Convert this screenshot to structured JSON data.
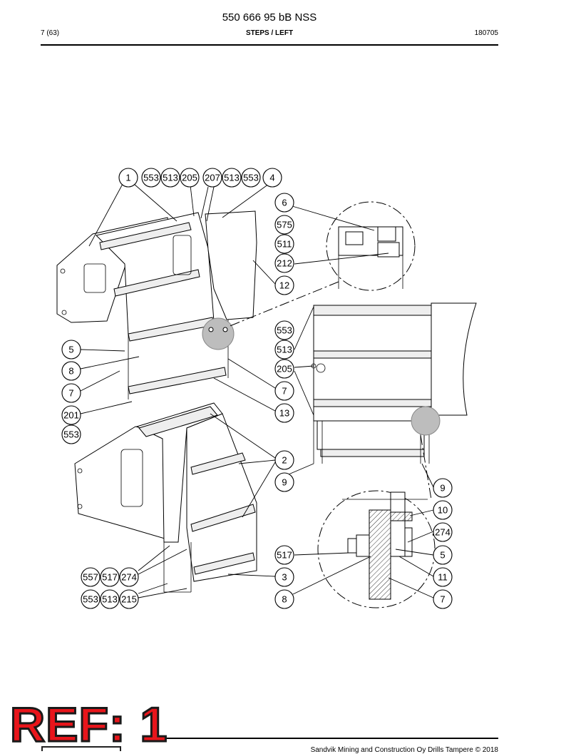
{
  "header": {
    "doc_number": "550 666 95 bB NSS",
    "page": "7 (63)",
    "section": "STEPS / LEFT",
    "date_code": "180705"
  },
  "footer": {
    "copyright": "Sandvik Mining and Construction Oy Drills Tampere © 2018"
  },
  "ref_stamp": "REF: 1",
  "callouts": {
    "c1": "1",
    "c553a": "553",
    "c513a": "513",
    "c205a": "205",
    "c207": "207",
    "c513b": "513",
    "c553b": "553",
    "c4": "4",
    "c6": "6",
    "c575": "575",
    "c511": "511",
    "c212": "212",
    "c12": "12",
    "c553c": "553",
    "c513c": "513",
    "c205b": "205",
    "c7a": "7",
    "c13": "13",
    "c5a": "5",
    "c8a": "8",
    "c7b": "7",
    "c201": "201",
    "c553d": "553",
    "c2": "2",
    "c9a": "9",
    "c9b": "9",
    "c10": "10",
    "c274b": "274",
    "c517b": "517",
    "c5b": "5",
    "c3": "3",
    "c11": "11",
    "c8b": "8",
    "c7c": "7",
    "c557": "557",
    "c517a": "517",
    "c274a": "274",
    "c553e": "553",
    "c513d": "513",
    "c215": "215"
  }
}
